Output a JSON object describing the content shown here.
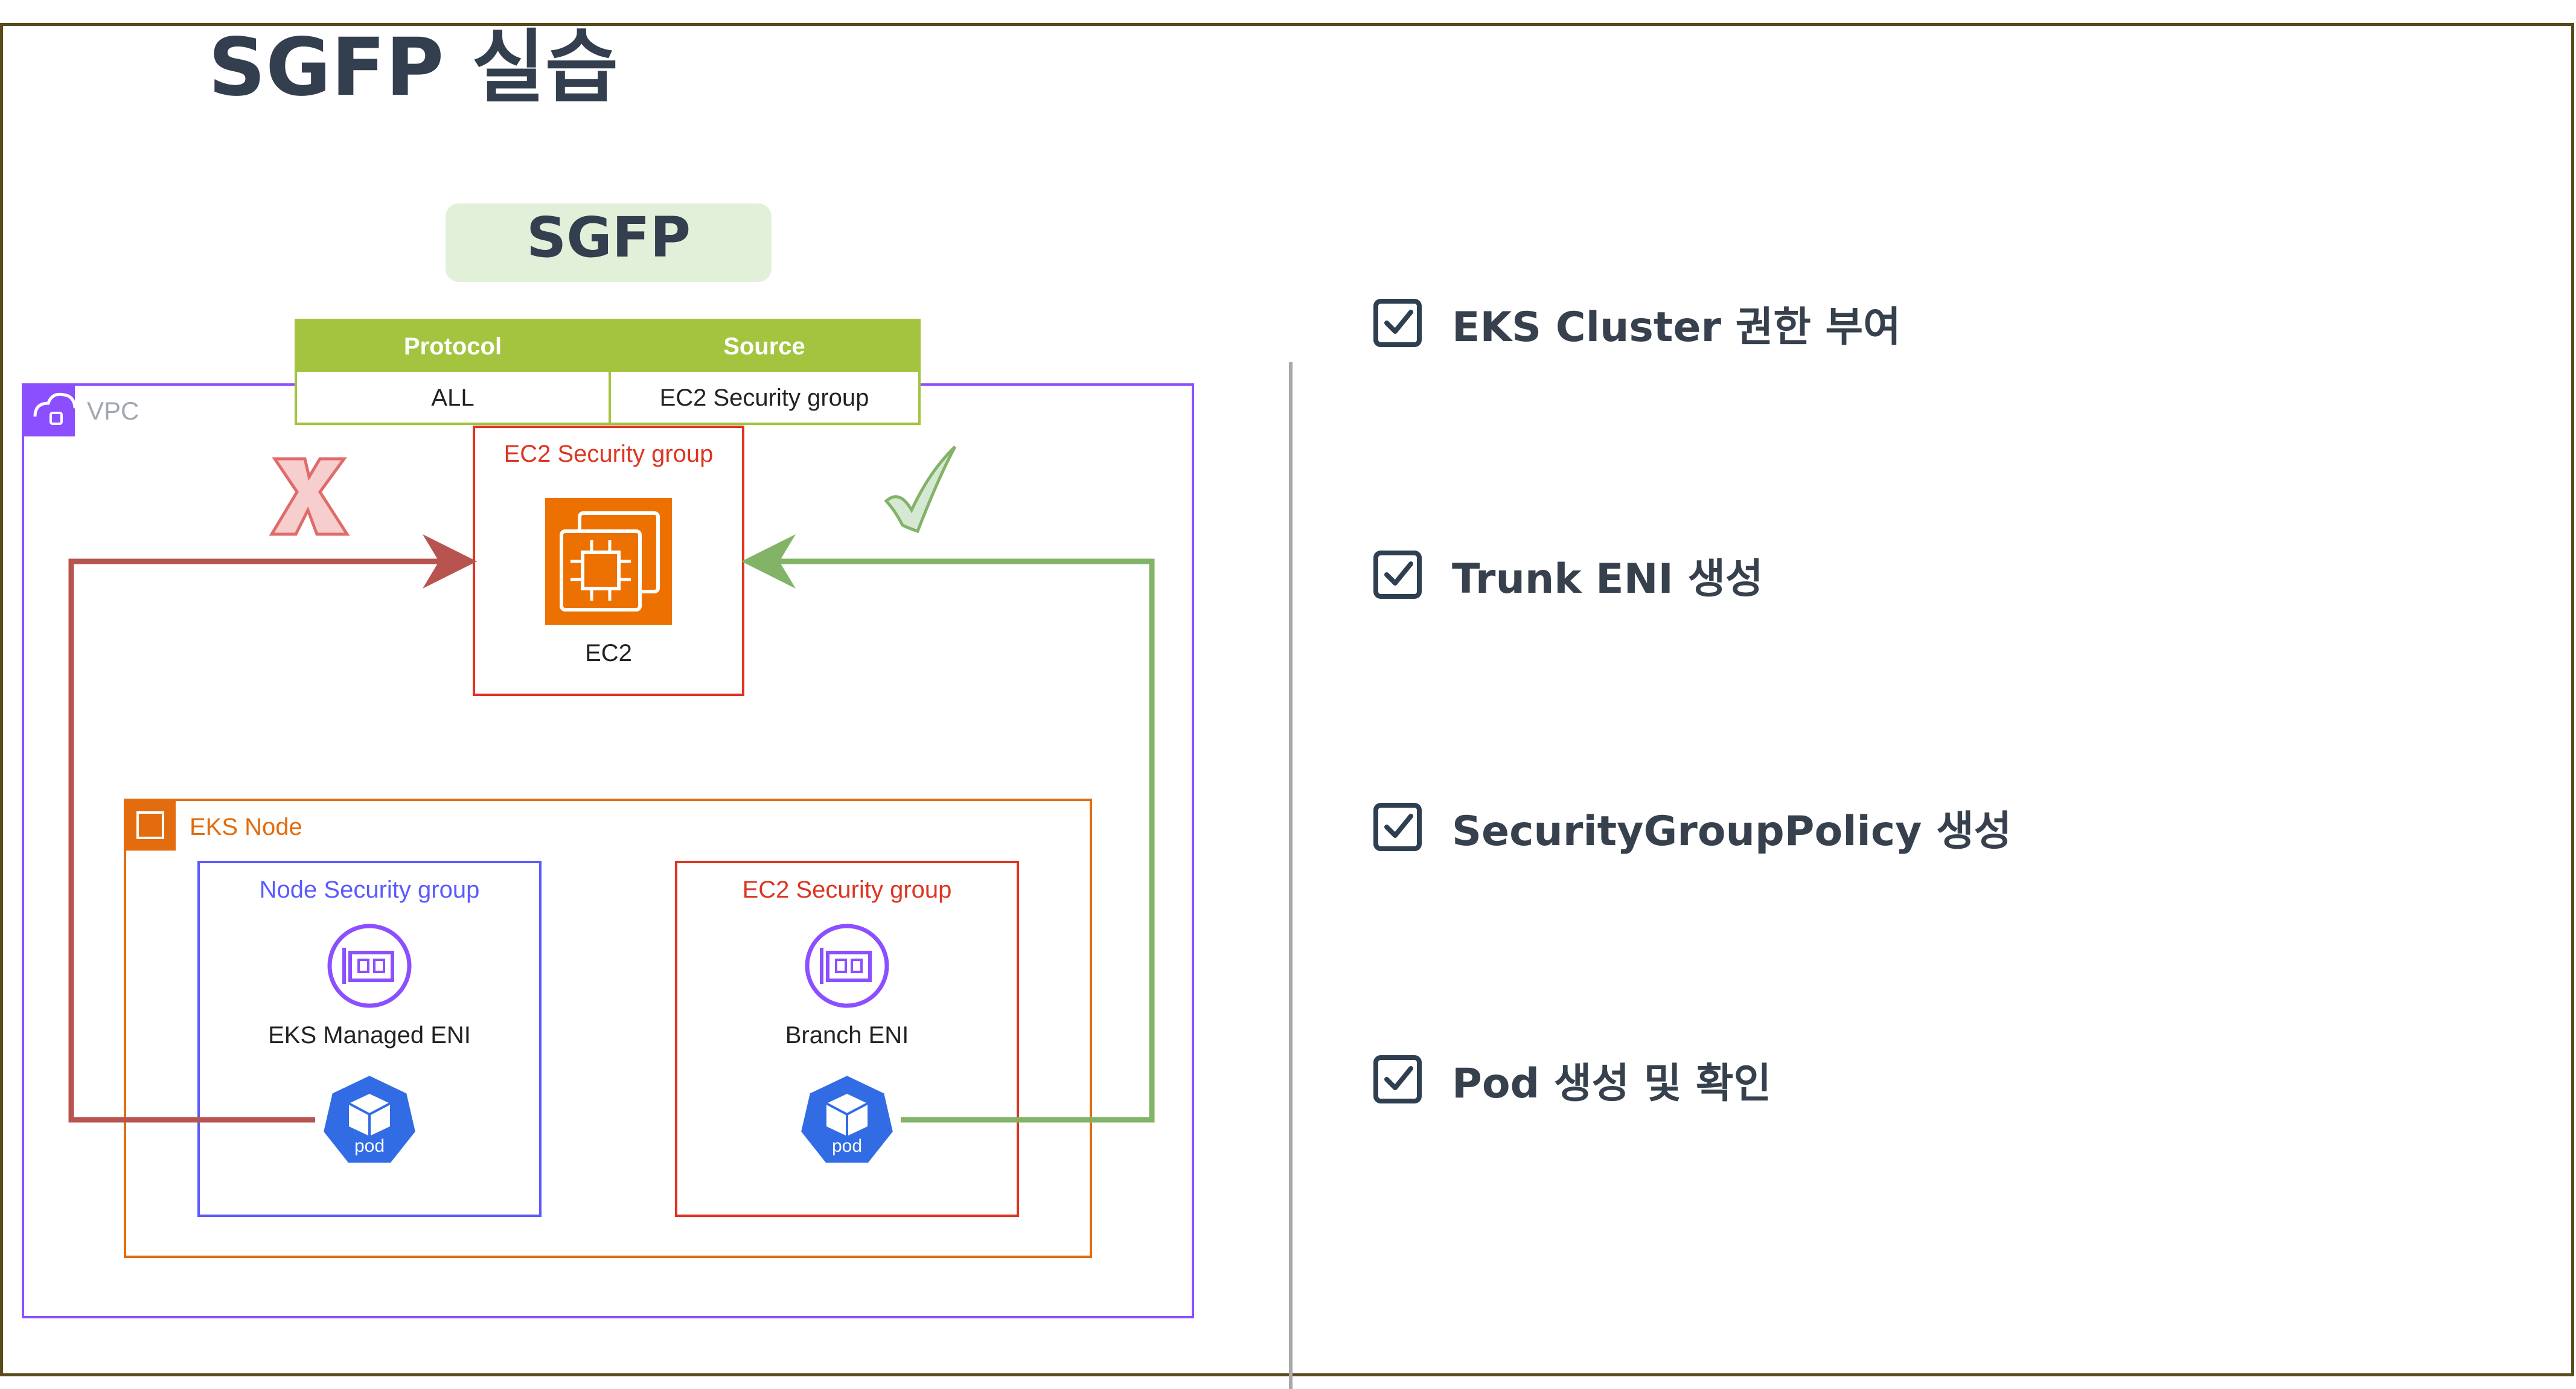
{
  "title": "SGFP 실습",
  "diagram": {
    "sgfp_label": "SGFP",
    "rule_table": {
      "headers": [
        "Protocol",
        "Source"
      ],
      "row": [
        "ALL",
        "EC2 Security group"
      ]
    },
    "vpc_label": "VPC",
    "ec2_sg_label": "EC2 Security group",
    "ec2_label": "EC2",
    "eks_node_label": "EKS Node",
    "node_sg_label": "Node Security group",
    "managed_eni_label": "EKS Managed ENI",
    "branch_sg_label": "EC2 Security group",
    "branch_eni_label": "Branch ENI",
    "pod_label": "pod",
    "colors": {
      "header_green": "#a4c43f",
      "sgfp_bg": "#e2f0d9",
      "vpc_purple": "#8c4fff",
      "sg_red": "#dd3522",
      "node_orange": "#e26c0e",
      "node_sg_blue": "#5a5aff",
      "eni_purple": "#8c4fff",
      "pod_blue": "#326ce5",
      "deny_arrow": "#b85450",
      "allow_arrow": "#82b366"
    }
  },
  "checklist": {
    "items": [
      "EKS Cluster 권한 부여",
      "Trunk ENI 생성",
      "SecurityGroupPolicy 생성",
      "Pod 생성 및 확인"
    ]
  }
}
